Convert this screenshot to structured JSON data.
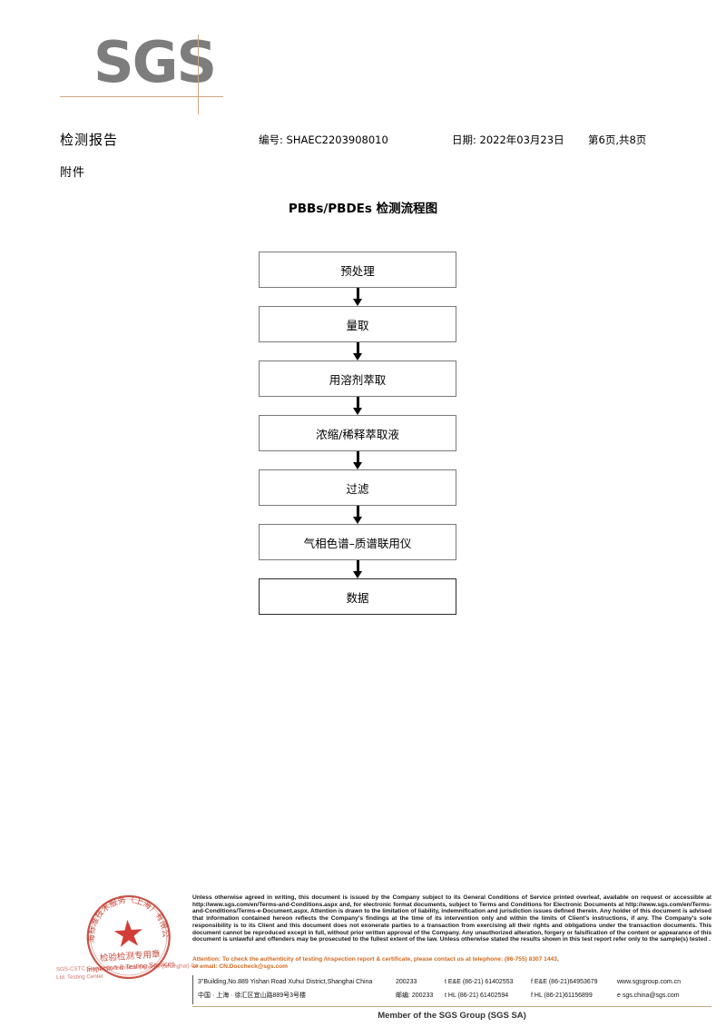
{
  "logo": {
    "text": "SGS",
    "rule_color": "#c8a882"
  },
  "header": {
    "title": "检测报告",
    "attachment_label": "附件",
    "number": "编号: SHAEC2203908010",
    "date": "日期: 2022年03月23日",
    "pages": "第6页,共8页"
  },
  "flowchart": {
    "title": "PBBs/PBDEs 检测流程图",
    "steps": [
      {
        "label": "预处理",
        "emphasis": false
      },
      {
        "label": "量取",
        "emphasis": false
      },
      {
        "label": "用溶剂萃取",
        "emphasis": false
      },
      {
        "label": "浓缩/稀释萃取液",
        "emphasis": false
      },
      {
        "label": "过滤",
        "emphasis": false
      },
      {
        "label": "气相色谱–质谱联用仪",
        "emphasis": false
      },
      {
        "label": "数据",
        "emphasis": true
      }
    ]
  },
  "stamp": {
    "top_arc": "上海标准技术服务(上海)有限公司",
    "line1": "检验检测专用章",
    "line2": "Inspection & Testing Services",
    "caption": "SGS-CSTC Standards Technical Services (Shanghai) Co., Ltd. Testing Center",
    "color": "#c0392b"
  },
  "footer": {
    "legal": "Unless otherwise agreed in writing, this document is issued by the Company subject to its General Conditions of Service printed overleaf, available on request or accessible at http://www.sgs.com/en/Terms-and-Conditions.aspx and, for electronic format documents, subject to Terms and Conditions for Electronic Documents at http://www.sgs.com/en/Terms-and-Conditions/Terms-e-Document.aspx. Attention is drawn to the limitation of liability, indemnification and jurisdiction issues defined therein. Any holder of this document is advised that information contained hereon reflects the Company's findings at the time of its intervention only and within the limits of Client's instructions, if any. The Company's sole responsibility is to its Client and this document does not exonerate parties to a transaction from exercising all their rights and obligations under the transaction documents. This document cannot be reproduced except in full, without prior written approval of the Company. Any unauthorized alteration, forgery or falsification of the content or appearance of this document is unlawful and offenders may be prosecuted to the fullest extent of the law. Unless otherwise stated the results shown in this test report refer only to the sample(s) tested .",
    "attention_line1": "Attention: To check the authenticity of testing /inspection report & certificate, please contact us at telephone: (86-755) 8307 1443,",
    "attention_line2": "or email: CN.Doccheck@sgs.com",
    "address_en": "3\"Building,No.889 Yishan Road Xuhui District,Shanghai China",
    "postcode_en": "200233",
    "address_cn": "中国 · 上海 · 徐汇区宜山路889号3号楼",
    "postcode_cn": "邮编: 200233",
    "tel_ee": "t E&E (86-21) 61402553",
    "fax_ee": "f E&E (86-21)64953679",
    "tel_hl": "t HL (86-21) 61402594",
    "fax_hl": "f HL (86-21)61156899",
    "website": "www.sgsgroup.com.cn",
    "email": "e sgs.china@sgs.com",
    "member": "Member of the SGS Group (SGS SA)"
  }
}
